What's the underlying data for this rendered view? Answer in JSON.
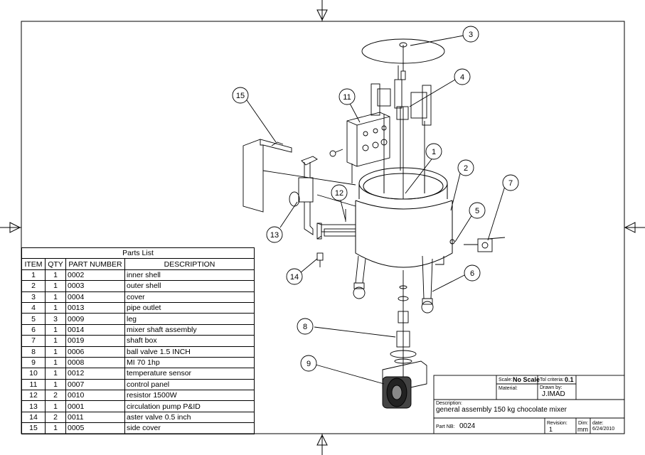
{
  "parts_list": {
    "title": "Parts List",
    "headers": [
      "ITEM",
      "QTY",
      "PART NUMBER",
      "DESCRIPTION"
    ],
    "rows": [
      [
        "1",
        "1",
        "0002",
        "inner shell"
      ],
      [
        "2",
        "1",
        "0003",
        "outer shell"
      ],
      [
        "3",
        "1",
        "0004",
        "cover"
      ],
      [
        "4",
        "1",
        "0013",
        "pipe outlet"
      ],
      [
        "5",
        "3",
        "0009",
        "leg"
      ],
      [
        "6",
        "1",
        "0014",
        "mixer shaft assembly"
      ],
      [
        "7",
        "1",
        "0019",
        "shaft box"
      ],
      [
        "8",
        "1",
        "0006",
        "ball valve 1.5 INCH"
      ],
      [
        "9",
        "1",
        "0008",
        "MI 70 1hp"
      ],
      [
        "10",
        "1",
        "0012",
        "temperature sensor"
      ],
      [
        "11",
        "1",
        "0007",
        "control panel"
      ],
      [
        "12",
        "2",
        "0010",
        "resistor 1500W"
      ],
      [
        "13",
        "1",
        "0001",
        "circulation pump P&ID"
      ],
      [
        "14",
        "2",
        "0011",
        "aster valve 0.5 inch"
      ],
      [
        "15",
        "1",
        "0005",
        "side cover"
      ]
    ]
  },
  "title_block": {
    "scale_label": "Scale:",
    "scale_value": "No Scale",
    "tol_label": "Tol criteria:",
    "tol_value": "0.1",
    "material_label": "Material:",
    "drawn_label": "Drawn by:",
    "drawn_value": "J.IMAD",
    "description_label": "Description:",
    "description_value": "general assembly 150 kg chocolate mixer",
    "partnb_label": "Part NB:",
    "partnb_value": "0024",
    "revision_label": "Revision:",
    "revision_value": "1",
    "dim_label": "Dim:",
    "dim_value": "mm",
    "date_label": "date:",
    "date_value": "6/24/2010"
  },
  "balloons": [
    "1",
    "2",
    "3",
    "4",
    "5",
    "6",
    "7",
    "8",
    "9",
    "11",
    "12",
    "13",
    "14",
    "15"
  ]
}
